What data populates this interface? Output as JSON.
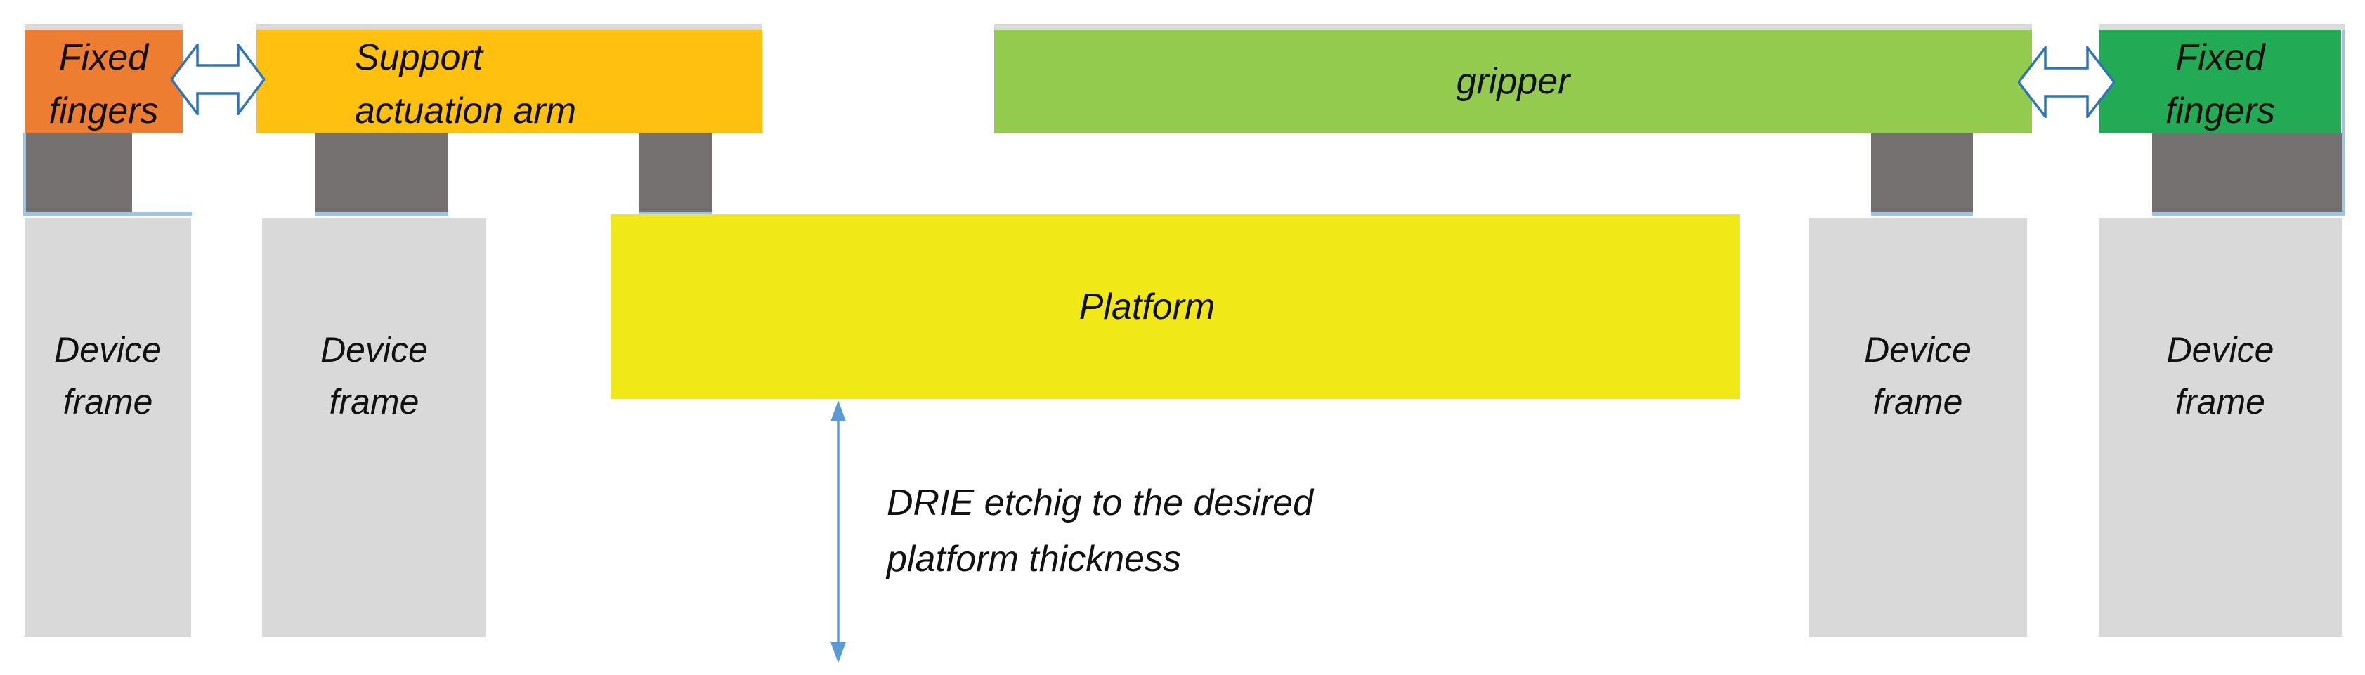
{
  "colors": {
    "fixed_fingers_left_fill": "#ED7D31",
    "support_arm_fill": "#FFC010",
    "gripper_fill": "#92CB4D",
    "fixed_fingers_right_fill": "#22AB54",
    "platform_fill": "#F0E817",
    "post_fill": "#767171",
    "frame_fill": "#D9D9D9",
    "strip_fill": "#D9D9D9",
    "oxide_line": "#9DC3E6",
    "h_arrow_stroke": "#2E75B6",
    "v_arrow_color": "#5B9BD5"
  },
  "labels": {
    "fixed_fingers_left_lines": [
      "Fixed",
      "fingers"
    ],
    "support_arm_lines": [
      "Support",
      "actuation arm"
    ],
    "gripper": "gripper",
    "fixed_fingers_right_lines": [
      "Fixed",
      "fingers"
    ],
    "platform": "Platform",
    "drie_note_lines": [
      "DRIE etchig to the desired",
      "platform thickness"
    ]
  },
  "device_frames": [
    {
      "lines": [
        "Device",
        "frame"
      ]
    },
    {
      "lines": [
        "Device",
        "frame"
      ]
    },
    {
      "lines": [
        "Device",
        "frame"
      ]
    },
    {
      "lines": [
        "Device",
        "frame"
      ]
    }
  ],
  "icons": {
    "left_gap_arrow": "horizontal-double-arrow",
    "right_gap_arrow": "horizontal-double-arrow",
    "etch_depth_arrow": "vertical-double-arrow"
  }
}
